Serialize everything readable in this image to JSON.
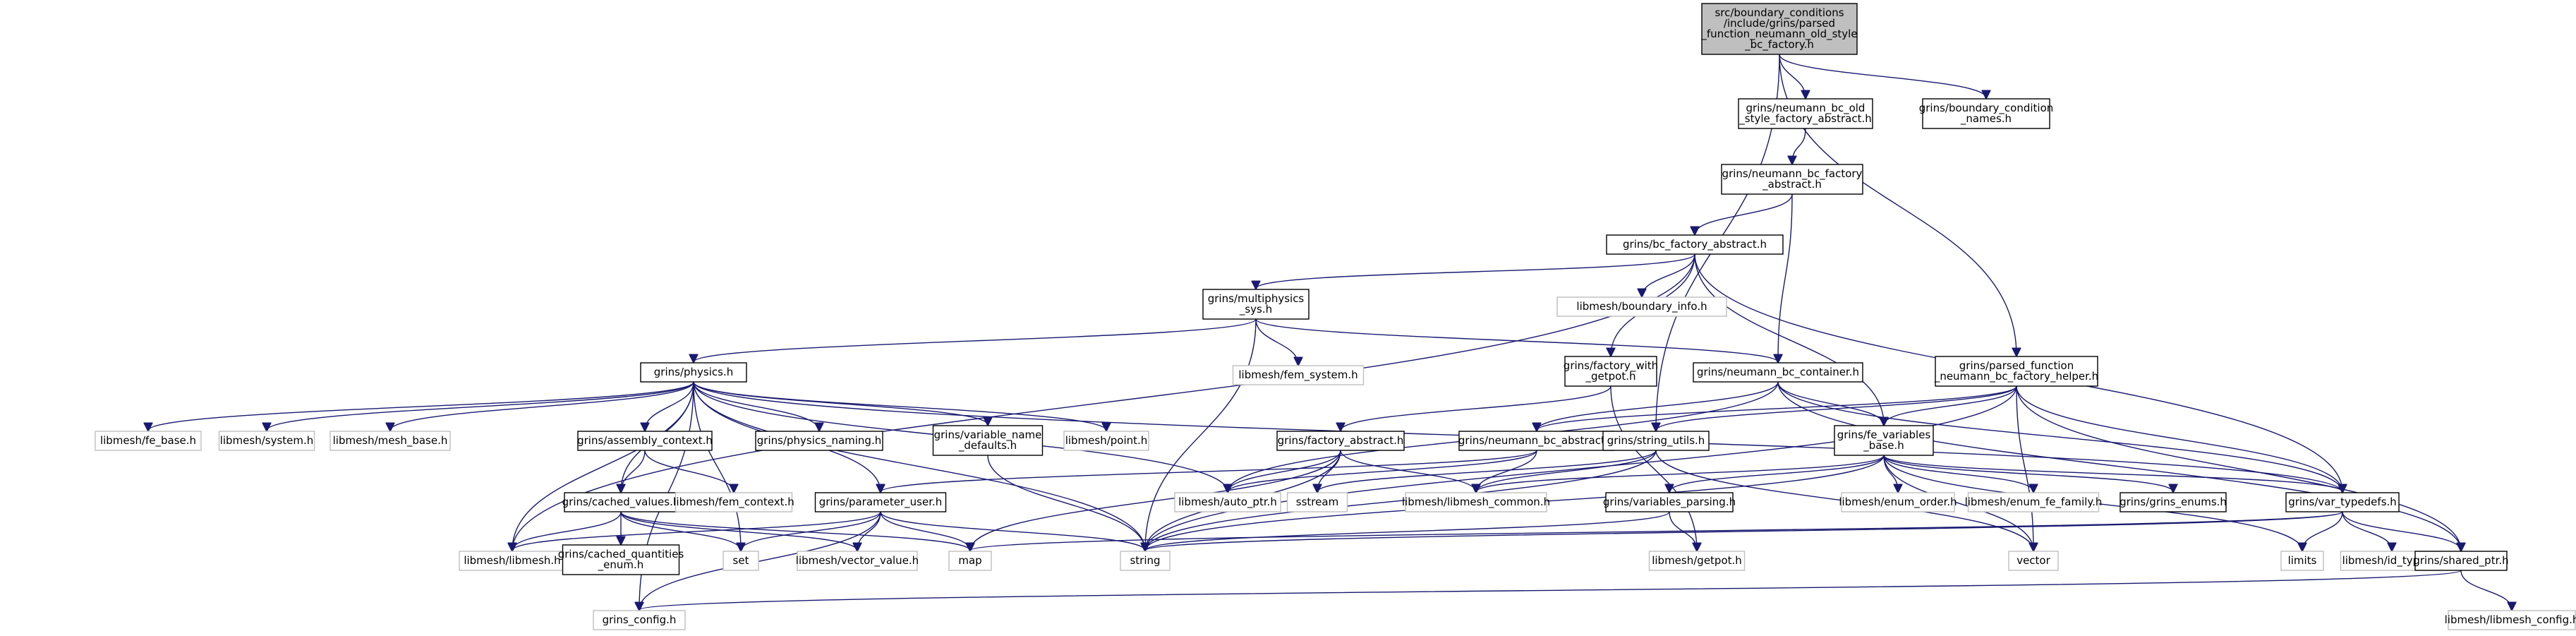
{
  "nodes": [
    {
      "id": "root",
      "lines": [
        "src/boundary_conditions",
        "/include/grins/parsed",
        "_function_neumann_old_style",
        "_bc_factory.h"
      ],
      "root": true
    },
    {
      "id": "nbc_old",
      "lines": [
        "grins/neumann_bc_old",
        "_style_factory_abstract.h"
      ]
    },
    {
      "id": "bcnames",
      "lines": [
        "grins/boundary_condition",
        "_names.h"
      ]
    },
    {
      "id": "nbc_fact",
      "lines": [
        "grins/neumann_bc_factory",
        "_abstract.h"
      ]
    },
    {
      "id": "bcfa",
      "lines": [
        "grins/bc_factory_abstract.h"
      ]
    },
    {
      "id": "multi",
      "lines": [
        "grins/multiphysics",
        "_sys.h"
      ]
    },
    {
      "id": "binfo",
      "lines": [
        "libmesh/boundary_info.h"
      ],
      "gray": true
    },
    {
      "id": "femsys",
      "lines": [
        "libmesh/fem_system.h"
      ],
      "gray": true
    },
    {
      "id": "physics",
      "lines": [
        "grins/physics.h"
      ]
    },
    {
      "id": "fwg",
      "lines": [
        "grins/factory_with",
        "_getpot.h"
      ]
    },
    {
      "id": "nbcc",
      "lines": [
        "grins/neumann_bc_container.h"
      ]
    },
    {
      "id": "pfh",
      "lines": [
        "grins/parsed_function",
        "_neumann_bc_factory_helper.h"
      ]
    },
    {
      "id": "febase",
      "lines": [
        "libmesh/fe_base.h"
      ],
      "gray": true
    },
    {
      "id": "system",
      "lines": [
        "libmesh/system.h"
      ],
      "gray": true
    },
    {
      "id": "meshbase",
      "lines": [
        "libmesh/mesh_base.h"
      ],
      "gray": true
    },
    {
      "id": "asmctx",
      "lines": [
        "grins/assembly_context.h"
      ]
    },
    {
      "id": "physnaming",
      "lines": [
        "grins/physics_naming.h"
      ]
    },
    {
      "id": "varnames",
      "lines": [
        "grins/variable_name",
        "_defaults.h"
      ]
    },
    {
      "id": "point",
      "lines": [
        "libmesh/point.h"
      ],
      "gray": true
    },
    {
      "id": "factabs",
      "lines": [
        "grins/factory_abstract.h"
      ]
    },
    {
      "id": "nbcabs",
      "lines": [
        "grins/neumann_bc_abstract.h"
      ]
    },
    {
      "id": "strutils",
      "lines": [
        "grins/string_utils.h"
      ]
    },
    {
      "id": "fevars",
      "lines": [
        "grins/fe_variables",
        "_base.h"
      ]
    },
    {
      "id": "cached",
      "lines": [
        "grins/cached_values.h"
      ]
    },
    {
      "id": "femctx",
      "lines": [
        "libmesh/fem_context.h"
      ],
      "gray": true
    },
    {
      "id": "paramuser",
      "lines": [
        "grins/parameter_user.h"
      ]
    },
    {
      "id": "autoptr",
      "lines": [
        "libmesh/auto_ptr.h"
      ],
      "gray": true
    },
    {
      "id": "sstream",
      "lines": [
        "sstream"
      ],
      "gray": true
    },
    {
      "id": "lmcommon",
      "lines": [
        "libmesh/libmesh_common.h"
      ],
      "gray": true
    },
    {
      "id": "varparse",
      "lines": [
        "grins/variables_parsing.h"
      ]
    },
    {
      "id": "enumorder",
      "lines": [
        "libmesh/enum_order.h"
      ],
      "gray": true
    },
    {
      "id": "enumfefam",
      "lines": [
        "libmesh/enum_fe_family.h"
      ],
      "gray": true
    },
    {
      "id": "grinsenums",
      "lines": [
        "grins/grins_enums.h"
      ]
    },
    {
      "id": "vartypedefs",
      "lines": [
        "grins/var_typedefs.h"
      ]
    },
    {
      "id": "libmesh",
      "lines": [
        "libmesh/libmesh.h"
      ],
      "gray": true
    },
    {
      "id": "cqenum",
      "lines": [
        "grins/cached_quantities",
        "_enum.h"
      ]
    },
    {
      "id": "set",
      "lines": [
        "set"
      ],
      "gray": true
    },
    {
      "id": "vecval",
      "lines": [
        "libmesh/vector_value.h"
      ],
      "gray": true
    },
    {
      "id": "map",
      "lines": [
        "map"
      ],
      "gray": true
    },
    {
      "id": "string",
      "lines": [
        "string"
      ],
      "gray": true
    },
    {
      "id": "getpot",
      "lines": [
        "libmesh/getpot.h"
      ],
      "gray": true
    },
    {
      "id": "vector",
      "lines": [
        "vector"
      ],
      "gray": true
    },
    {
      "id": "limits",
      "lines": [
        "limits"
      ],
      "gray": true
    },
    {
      "id": "idtypes",
      "lines": [
        "libmesh/id_types.h"
      ],
      "gray": true
    },
    {
      "id": "sharedptr",
      "lines": [
        "grins/shared_ptr.h"
      ]
    },
    {
      "id": "grinsconfig",
      "lines": [
        "grins_config.h"
      ],
      "gray": true
    },
    {
      "id": "lmconfig",
      "lines": [
        "libmesh/libmesh_config.h"
      ],
      "gray": true
    }
  ],
  "edges": [
    [
      "root",
      "nbc_old"
    ],
    [
      "root",
      "bcnames"
    ],
    [
      "root",
      "pfh"
    ],
    [
      "root",
      "strutils"
    ],
    [
      "nbc_old",
      "nbc_fact"
    ],
    [
      "nbc_fact",
      "bcfa"
    ],
    [
      "nbc_fact",
      "nbcc"
    ],
    [
      "bcfa",
      "multi"
    ],
    [
      "bcfa",
      "binfo"
    ],
    [
      "bcfa",
      "fwg"
    ],
    [
      "bcfa",
      "fevars"
    ],
    [
      "bcfa",
      "vartypedefs"
    ],
    [
      "bcfa",
      "libmesh"
    ],
    [
      "multi",
      "physics"
    ],
    [
      "multi",
      "femsys"
    ],
    [
      "multi",
      "nbcc"
    ],
    [
      "multi",
      "string"
    ],
    [
      "physics",
      "febase"
    ],
    [
      "physics",
      "system"
    ],
    [
      "physics",
      "meshbase"
    ],
    [
      "physics",
      "asmctx"
    ],
    [
      "physics",
      "physnaming"
    ],
    [
      "physics",
      "varnames"
    ],
    [
      "physics",
      "point"
    ],
    [
      "physics",
      "cached"
    ],
    [
      "physics",
      "paramuser"
    ],
    [
      "physics",
      "autoptr"
    ],
    [
      "physics",
      "libmesh"
    ],
    [
      "physics",
      "set"
    ],
    [
      "physics",
      "string"
    ],
    [
      "physics",
      "grinsconfig"
    ],
    [
      "physics",
      "vartypedefs"
    ],
    [
      "fwg",
      "factabs"
    ],
    [
      "fwg",
      "getpot"
    ],
    [
      "nbcc",
      "nbcabs"
    ],
    [
      "nbcc",
      "fevars"
    ],
    [
      "nbcc",
      "autoptr"
    ],
    [
      "nbcc",
      "vartypedefs"
    ],
    [
      "nbcc",
      "sharedptr"
    ],
    [
      "pfh",
      "nbcabs"
    ],
    [
      "pfh",
      "fevars"
    ],
    [
      "pfh",
      "strutils"
    ],
    [
      "pfh",
      "vartypedefs"
    ],
    [
      "pfh",
      "sharedptr"
    ],
    [
      "pfh",
      "string"
    ],
    [
      "pfh",
      "vector"
    ],
    [
      "asmctx",
      "cached"
    ],
    [
      "asmctx",
      "femctx"
    ],
    [
      "varnames",
      "string"
    ],
    [
      "factabs",
      "autoptr"
    ],
    [
      "factabs",
      "sstream"
    ],
    [
      "factabs",
      "lmcommon"
    ],
    [
      "factabs",
      "string"
    ],
    [
      "factabs",
      "map"
    ],
    [
      "nbcabs",
      "autoptr"
    ],
    [
      "nbcabs",
      "lmcommon"
    ],
    [
      "nbcabs",
      "paramuser"
    ],
    [
      "strutils",
      "sstream"
    ],
    [
      "strutils",
      "string"
    ],
    [
      "strutils",
      "vector"
    ],
    [
      "strutils",
      "lmcommon"
    ],
    [
      "fevars",
      "enumorder"
    ],
    [
      "fevars",
      "enumfefam"
    ],
    [
      "fevars",
      "grinsenums"
    ],
    [
      "fevars",
      "vartypedefs"
    ],
    [
      "fevars",
      "varparse"
    ],
    [
      "fevars",
      "string"
    ],
    [
      "fevars",
      "vector"
    ],
    [
      "fevars",
      "limits"
    ],
    [
      "fevars",
      "lmcommon"
    ],
    [
      "cached",
      "libmesh"
    ],
    [
      "cached",
      "cqenum"
    ],
    [
      "cached",
      "set"
    ],
    [
      "cached",
      "vecval"
    ],
    [
      "cached",
      "map"
    ],
    [
      "paramuser",
      "set"
    ],
    [
      "paramuser",
      "vecval"
    ],
    [
      "paramuser",
      "map"
    ],
    [
      "paramuser",
      "string"
    ],
    [
      "paramuser",
      "grinsconfig"
    ],
    [
      "paramuser",
      "libmesh"
    ],
    [
      "varparse",
      "string"
    ],
    [
      "varparse",
      "getpot"
    ],
    [
      "vartypedefs",
      "limits"
    ],
    [
      "vartypedefs",
      "idtypes"
    ],
    [
      "vartypedefs",
      "sharedptr"
    ],
    [
      "vartypedefs",
      "string"
    ],
    [
      "vartypedefs",
      "map"
    ],
    [
      "sharedptr",
      "grinsconfig"
    ],
    [
      "sharedptr",
      "lmconfig"
    ]
  ]
}
